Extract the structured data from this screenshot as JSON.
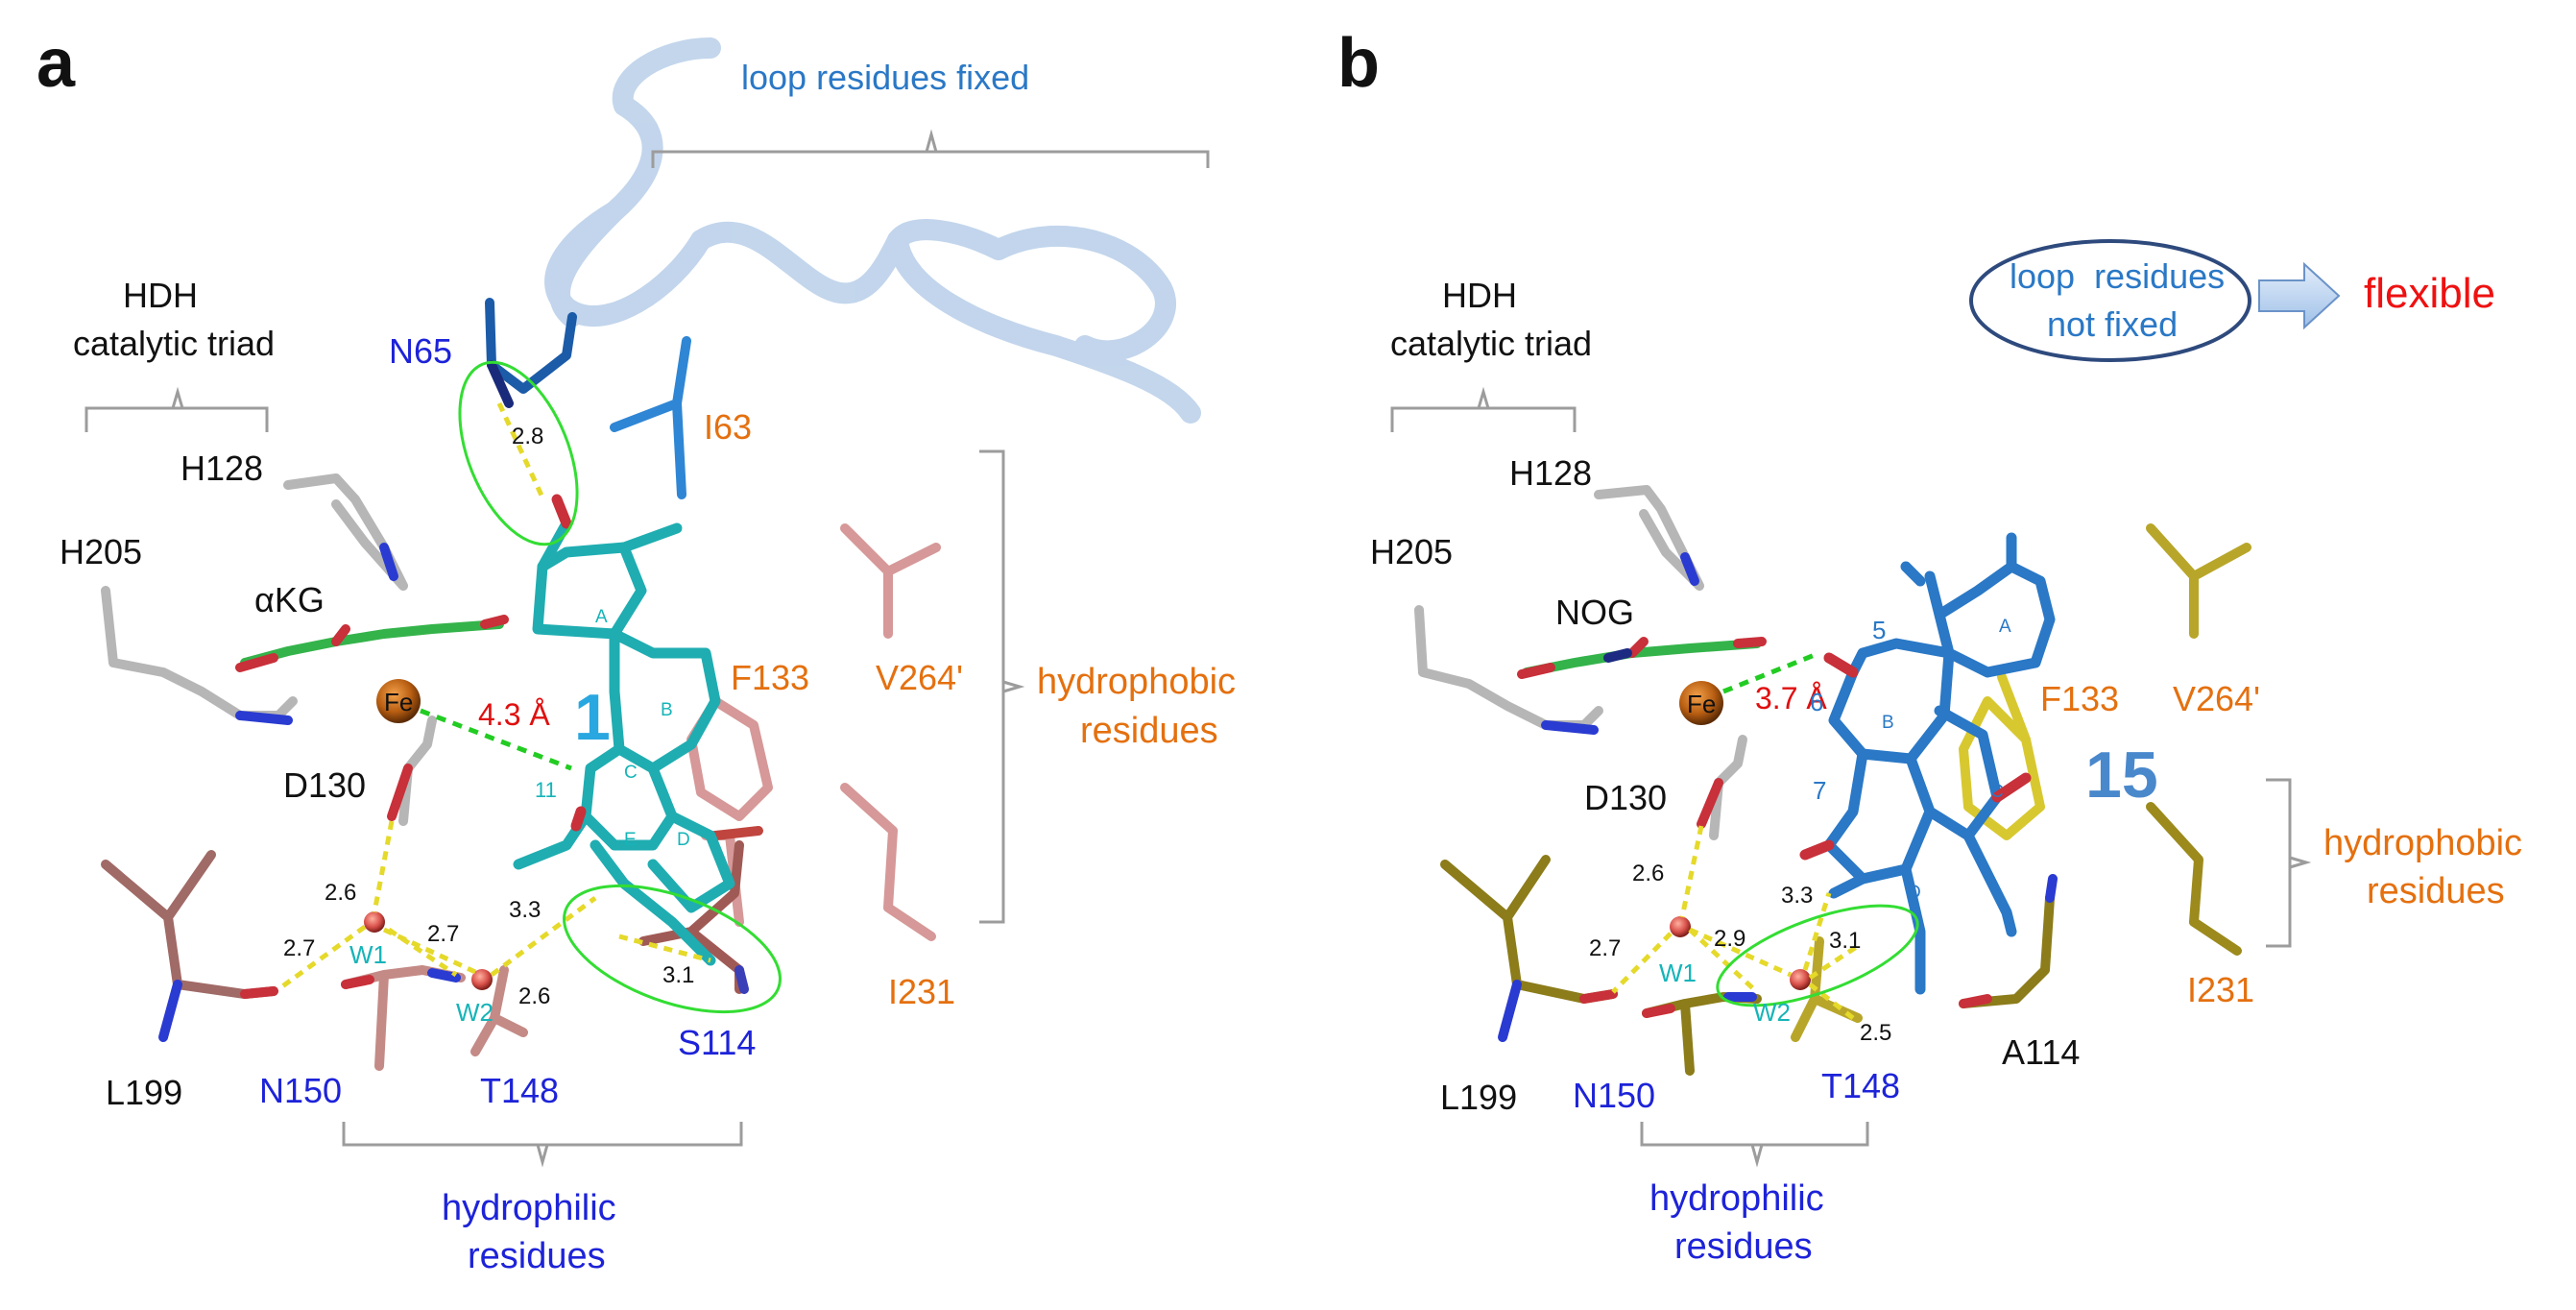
{
  "colors": {
    "black": "#111111",
    "blue_label": "#1d23d8",
    "orange_label": "#e4700f",
    "ligand_cyan": "#16b4b8",
    "ligand_blue": "#2a78c6",
    "distance_red": "#e00f0f",
    "hbond_yellow": "#e5d92a",
    "contact_green": "#22cc22",
    "loop_blue": "#b9cfe8",
    "flexible_red": "#ee1111",
    "bracket_gray": "#9c9c9c"
  },
  "panel_a": {
    "letter": "a",
    "top_label": "loop residues fixed",
    "triad": [
      "HDH",
      "catalytic triad"
    ],
    "cofactor": "αKG",
    "metal": "Fe",
    "ligand_number": "1",
    "fe_distance": "4.3 Å",
    "atom_11": "11",
    "rings": [
      "A",
      "B",
      "C",
      "D",
      "E"
    ],
    "residues": {
      "N65": "N65",
      "I63": "I63",
      "H128": "H128",
      "H205": "H205",
      "F133": "F133",
      "V264": "V264'",
      "D130": "D130",
      "I231": "I231",
      "L199": "L199",
      "N150": "N150",
      "T148": "T148",
      "S114": "S114"
    },
    "waters": [
      "W1",
      "W2"
    ],
    "distances": [
      "2.8",
      "2.6",
      "2.7",
      "2.7",
      "3.3",
      "2.6",
      "3.1"
    ],
    "hydrophobic_label": [
      "hydrophobic",
      "residues"
    ],
    "hydrophilic_label": [
      "hydrophilic",
      "residues"
    ]
  },
  "panel_b": {
    "letter": "b",
    "triad": [
      "HDH",
      "catalytic triad"
    ],
    "cofactor": "NOG",
    "metal": "Fe",
    "fe_distance": "3.7 Å",
    "ligand_number": "15",
    "oval_label": [
      "loop  residues",
      "not fixed"
    ],
    "flexible": "flexible",
    "atom_numbers": [
      "5",
      "6",
      "7"
    ],
    "rings": [
      "A",
      "B",
      "C",
      "D"
    ],
    "residues": {
      "H128": "H128",
      "H205": "H205",
      "F133": "F133",
      "V264": "V264'",
      "D130": "D130",
      "I231": "I231",
      "L199": "L199",
      "N150": "N150",
      "T148": "T148",
      "A114": "A114"
    },
    "waters": [
      "W1",
      "W2"
    ],
    "distances": [
      "2.6",
      "2.7",
      "2.9",
      "3.3",
      "3.1",
      "2.5"
    ],
    "hydrophobic_label": [
      "hydrophobic",
      "residues"
    ],
    "hydrophilic_label": [
      "hydrophilic",
      "residues"
    ]
  }
}
